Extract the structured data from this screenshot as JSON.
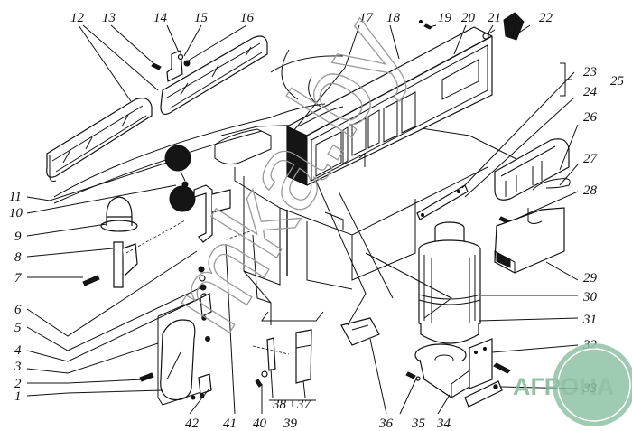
{
  "diagram": {
    "type": "exploded-parts-view",
    "callouts": {
      "c1": "1",
      "c2": "2",
      "c3": "3",
      "c4": "4",
      "c5": "5",
      "c6": "6",
      "c7": "7",
      "c8": "8",
      "c9": "9",
      "c10": "10",
      "c11": "11",
      "c12": "12",
      "c13": "13",
      "c14": "14",
      "c15": "15",
      "c16": "16",
      "c17": "17",
      "c18": "18",
      "c19": "19",
      "c20": "20",
      "c21": "21",
      "c22": "22",
      "c23": "23",
      "c24": "24",
      "c25": "25",
      "c26": "26",
      "c27": "27",
      "c28": "28",
      "c29": "29",
      "c30": "30",
      "c31": "31",
      "c32": "32",
      "c33": "33",
      "c34": "34",
      "c35": "35",
      "c36": "36",
      "c37": "37",
      "c38": "38",
      "c39": "39",
      "c40": "40",
      "c41": "41",
      "c42": "42"
    },
    "groups": [
      {
        "label": "25",
        "members": [
          "23",
          "24"
        ]
      },
      {
        "label": "39",
        "members": [
          "38",
          "37"
        ]
      }
    ]
  },
  "watermark": {
    "text": "mka.by"
  },
  "logo": {
    "text": "АГРОНА",
    "color": "#7fb897"
  }
}
